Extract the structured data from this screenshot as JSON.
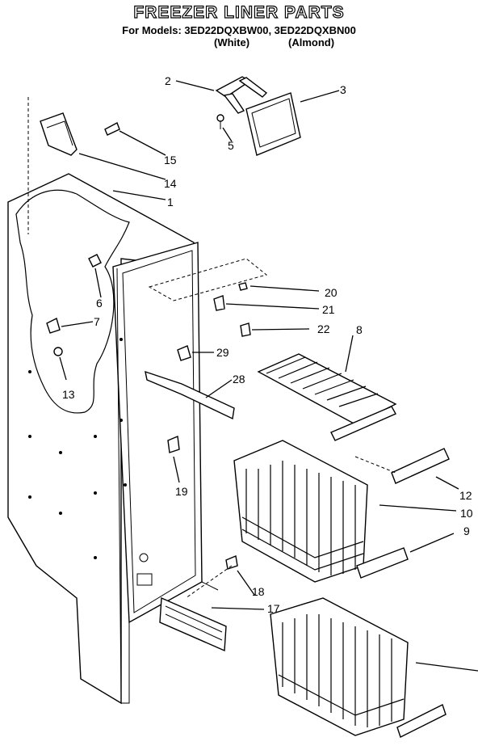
{
  "header": {
    "title": "FREEZER LINER PARTS",
    "models_line": "For Models: 3ED22DQXBW00, 3ED22DQXBN00",
    "variant_white": "(White)",
    "variant_almond": "(Almond)"
  },
  "callouts": {
    "c1": "1",
    "c2": "2",
    "c3": "3",
    "c5": "5",
    "c6": "6",
    "c7": "7",
    "c8": "8",
    "c9": "9",
    "c10": "10",
    "c12": "12",
    "c13": "13",
    "c14": "14",
    "c15": "15",
    "c17": "17",
    "c18": "18",
    "c19": "19",
    "c20": "20",
    "c21": "21",
    "c22": "22",
    "c28": "28",
    "c29": "29"
  }
}
